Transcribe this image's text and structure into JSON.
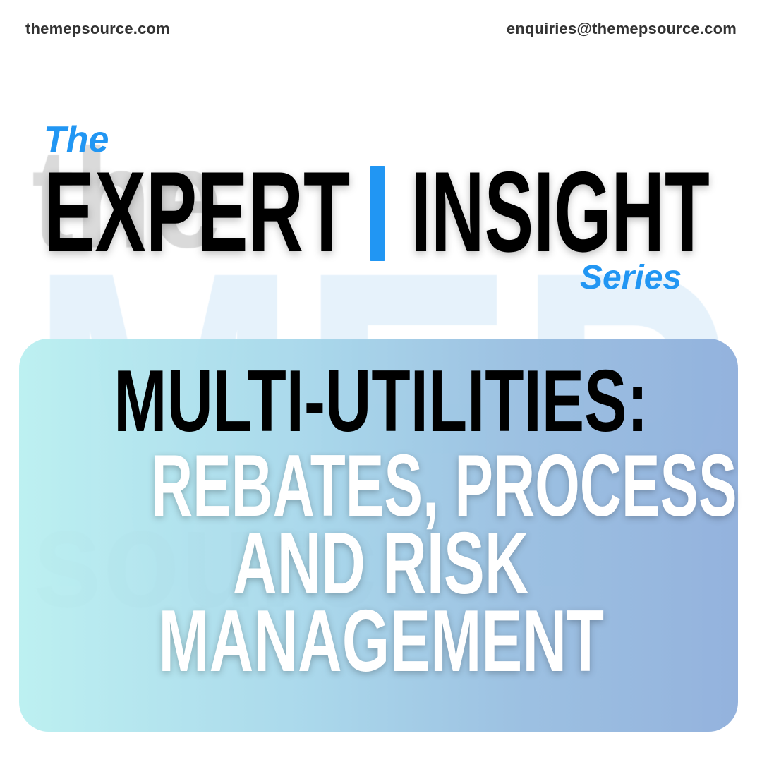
{
  "header": {
    "website": "themepsource.com",
    "email": "enquiries@themepsource.com"
  },
  "watermark_logo": {
    "the": "the",
    "mep": "MEP",
    "source": "source"
  },
  "title": {
    "prefix": "The",
    "word1": "EXPERT",
    "word2": "INSIGHT",
    "suffix": "Series"
  },
  "topic": {
    "line1": "MULTI-UTILITIES:",
    "line2": "REBATES, PROCESS",
    "line3": "AND RISK",
    "line4": "MANAGEMENT"
  },
  "colors": {
    "accent": "#2196f3",
    "text_dark": "#000000",
    "gradient_start": "#b9eff0",
    "gradient_end": "#8eaedb"
  }
}
